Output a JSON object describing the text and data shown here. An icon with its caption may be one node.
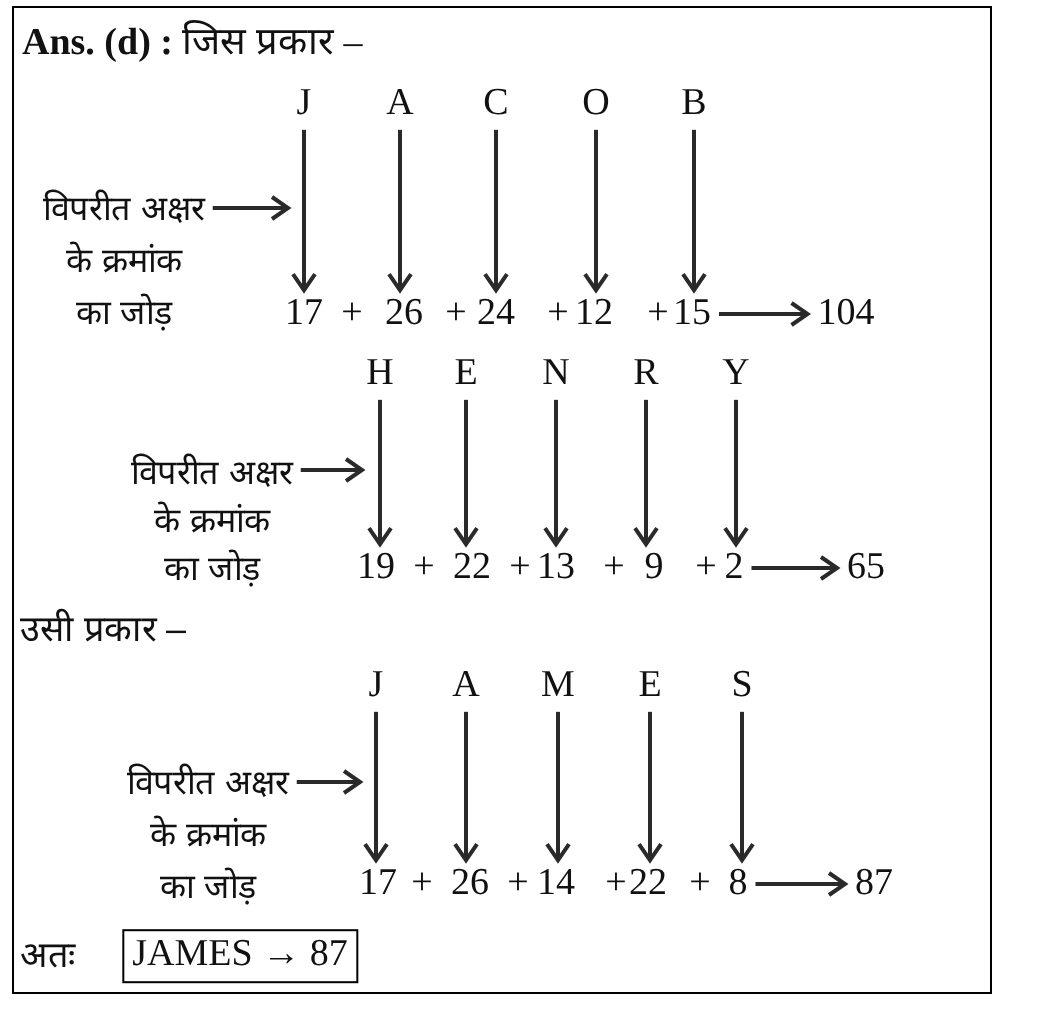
{
  "diagram": {
    "title": "**Ans. (d) :** जिस प्रकार –",
    "nodes": [
      {
        "text": [
          "J"
        ]
      },
      {
        "text": [
          "A"
        ]
      },
      {
        "text": [
          "C"
        ]
      },
      {
        "text": [
          "O"
        ]
      },
      {
        "text": [
          "B"
        ]
      },
      {
        "text": [
          "विपरीत अक्षर के क्रमांक का जोड़"
        ]
      },
      {
        "text": [
          "17"
        ]
      },
      {
        "text": [
          "26"
        ]
      },
      {
        "text": [
          "24"
        ]
      },
      {
        "text": [
          "12"
        ]
      },
      {
        "text": [
          "15"
        ]
      },
      {
        "text": [
          "104"
        ]
      },
      {
        "text": [
          "H"
        ]
      },
      {
        "text": [
          "E"
        ]
      },
      {
        "text": [
          "N"
        ]
      },
      {
        "text": [
          "R"
        ]
      },
      {
        "text": [
          "Y"
        ]
      },
      {
        "text": [
          "विपरीत अक्षर के क्रमांक का जोड़"
        ]
      },
      {
        "text": [
          "19"
        ]
      },
      {
        "text": [
          "22"
        ]
      },
      {
        "text": [
          "13"
        ]
      },
      {
        "text": [
          "9"
        ]
      },
      {
        "text": [
          "2"
        ]
      },
      {
        "text": [
          "65"
        ]
      },
      {
        "text": [
          "J"
        ]
      },
      {
        "text": [
          "A"
        ]
      },
      {
        "text": [
          "M"
        ]
      },
      {
        "text": [
          "E"
        ]
      },
      {
        "text": [
          "S"
        ]
      },
      {
        "text": [
          "विपरीत अक्षर के क्रमांक का जोड़"
        ]
      },
      {
        "text": [
          "17"
        ]
      },
      {
        "text": [
          "26"
        ]
      },
      {
        "text": [
          "14"
        ]
      },
      {
        "text": [
          "22"
        ]
      },
      {
        "text": [
          "8"
        ]
      },
      {
        "text": [
          "87"
        ]
      },
      {
        "text": [
          "JAMES → 87"
        ]
      }
    ],
    "edges": [
      {
        "from": 0,
        "to": 6,
        "arrow": "to"
      },
      {
        "from": 1,
        "to": 7,
        "arrow": "to"
      },
      {
        "from": 2,
        "to": 8,
        "arrow": "to"
      },
      {
        "from": 3,
        "to": 9,
        "arrow": "to"
      },
      {
        "from": 4,
        "to": 10,
        "arrow": "to"
      },
      {
        "from": 5,
        "to": null,
        "arrow": "to"
      },
      {
        "from": 10,
        "to": 11,
        "arrow": "to"
      },
      {
        "from": 12,
        "to": 18,
        "arrow": "to"
      },
      {
        "from": 13,
        "to": 19,
        "arrow": "to"
      },
      {
        "from": 14,
        "to": 20,
        "arrow": "to"
      },
      {
        "from": 15,
        "to": 21,
        "arrow": "to"
      },
      {
        "from": 16,
        "to": 22,
        "arrow": "to"
      },
      {
        "from": 17,
        "to": null,
        "arrow": "to"
      },
      {
        "from": 22,
        "to": 23,
        "arrow": "to"
      },
      {
        "from": 24,
        "to": 30,
        "arrow": "to"
      },
      {
        "from": 25,
        "to": 31,
        "arrow": "to"
      },
      {
        "from": 26,
        "to": 32,
        "arrow": "to"
      },
      {
        "from": 27,
        "to": 33,
        "arrow": "to"
      },
      {
        "from": 28,
        "to": 34,
        "arrow": "to"
      },
      {
        "from": 29,
        "to": null,
        "arrow": "to"
      },
      {
        "from": 34,
        "to": 35,
        "arrow": "to"
      }
    ],
    "labels": [
      "+",
      "+",
      "+",
      "+",
      "+",
      "+",
      "+",
      "+",
      "उसी प्रकार –",
      "+",
      "+",
      "+",
      "+",
      "अतः"
    ]
  }
}
